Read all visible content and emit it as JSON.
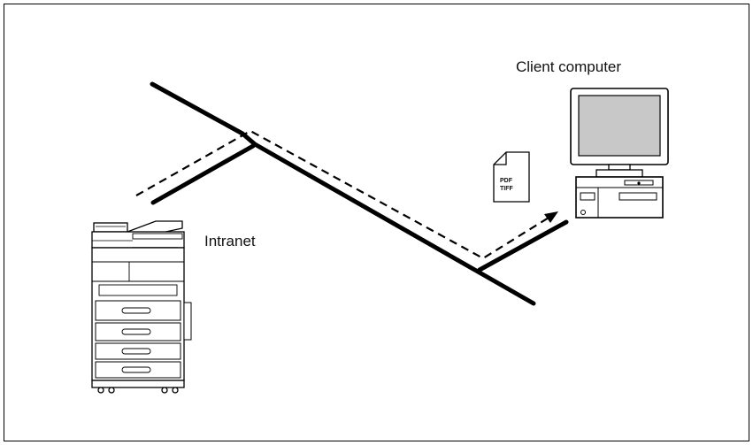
{
  "labels": {
    "client_computer": "Client computer",
    "intranet": "Intranet"
  },
  "document": {
    "format_line_1": "PDF",
    "format_line_2": "TIFF"
  },
  "icons": {
    "device": "multifunction-printer-icon",
    "computer": "desktop-computer-icon",
    "file": "document-file-icon",
    "flow": "dashed-arrow"
  },
  "colors": {
    "line": "#000000",
    "screen": "#c8c8c8",
    "background": "#ffffff"
  }
}
